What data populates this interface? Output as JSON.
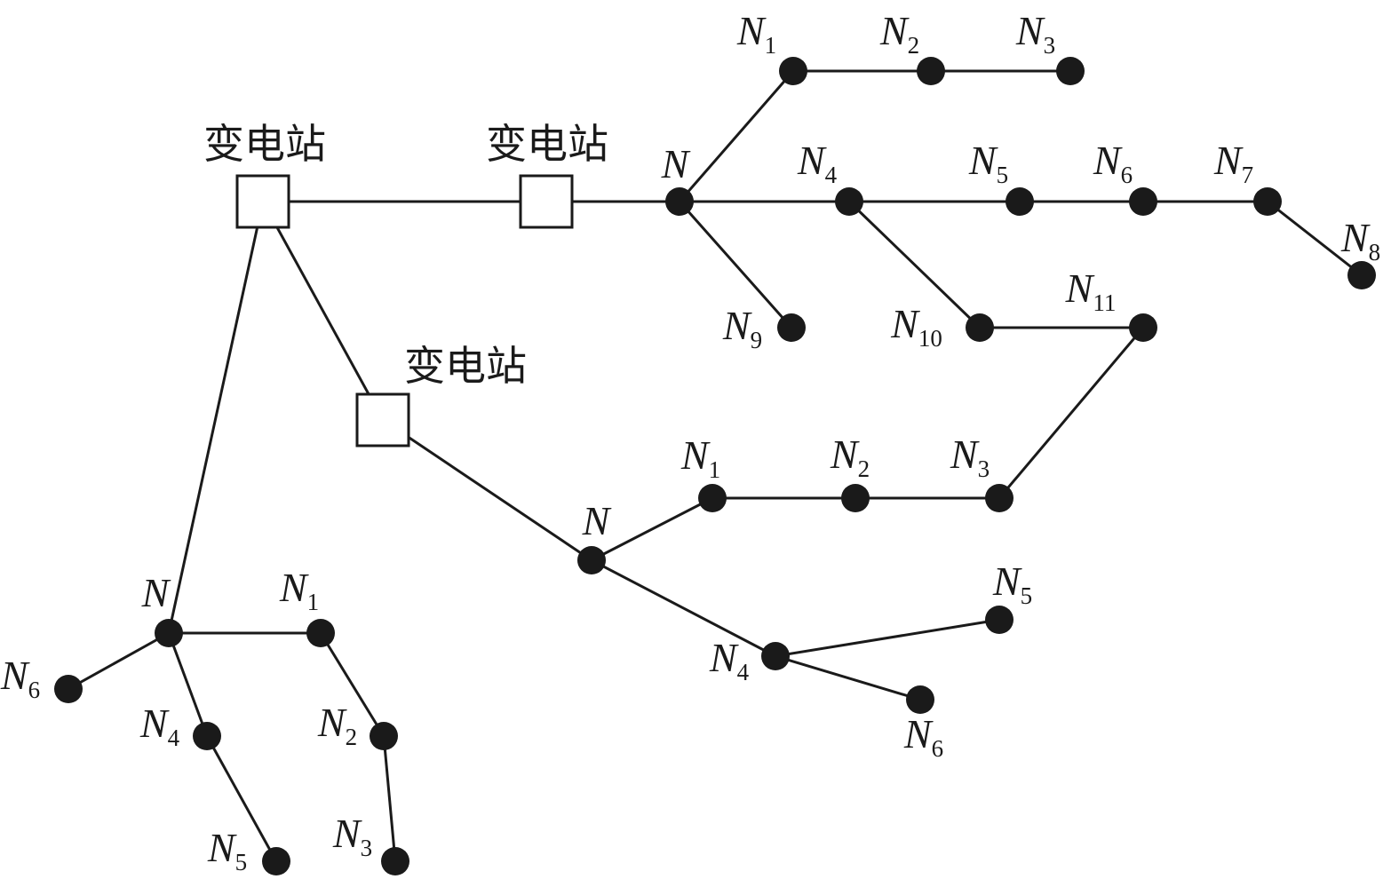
{
  "stations": [
    {
      "id": "S1",
      "label": "变电站"
    },
    {
      "id": "S2",
      "label": "变电站"
    },
    {
      "id": "S3",
      "label": "变电站"
    }
  ],
  "nodes": [
    {
      "id": "A",
      "main": "N",
      "sub": ""
    },
    {
      "id": "A1",
      "main": "N",
      "sub": "1"
    },
    {
      "id": "A2",
      "main": "N",
      "sub": "2"
    },
    {
      "id": "A3",
      "main": "N",
      "sub": "3"
    },
    {
      "id": "A4",
      "main": "N",
      "sub": "4"
    },
    {
      "id": "A5",
      "main": "N",
      "sub": "5"
    },
    {
      "id": "A6",
      "main": "N",
      "sub": "6"
    },
    {
      "id": "A7",
      "main": "N",
      "sub": "7"
    },
    {
      "id": "A8",
      "main": "N",
      "sub": "8"
    },
    {
      "id": "A9",
      "main": "N",
      "sub": "9"
    },
    {
      "id": "A10",
      "main": "N",
      "sub": "10"
    },
    {
      "id": "A11",
      "main": "N",
      "sub": "11"
    },
    {
      "id": "B",
      "main": "N",
      "sub": ""
    },
    {
      "id": "B1",
      "main": "N",
      "sub": "1"
    },
    {
      "id": "B2",
      "main": "N",
      "sub": "2"
    },
    {
      "id": "B3",
      "main": "N",
      "sub": "3"
    },
    {
      "id": "B4",
      "main": "N",
      "sub": "4"
    },
    {
      "id": "B5",
      "main": "N",
      "sub": "5"
    },
    {
      "id": "B6",
      "main": "N",
      "sub": "6"
    },
    {
      "id": "C",
      "main": "N",
      "sub": ""
    },
    {
      "id": "C1",
      "main": "N",
      "sub": "1"
    },
    {
      "id": "C2",
      "main": "N",
      "sub": "2"
    },
    {
      "id": "C3",
      "main": "N",
      "sub": "3"
    },
    {
      "id": "C4",
      "main": "N",
      "sub": "4"
    },
    {
      "id": "C5",
      "main": "N",
      "sub": "5"
    },
    {
      "id": "C6",
      "main": "N",
      "sub": "6"
    }
  ],
  "edges": [
    [
      "S1",
      "S2"
    ],
    [
      "S2",
      "A"
    ],
    [
      "S1",
      "S3"
    ],
    [
      "S1",
      "C"
    ],
    [
      "S3",
      "B"
    ],
    [
      "A",
      "A1"
    ],
    [
      "A1",
      "A2"
    ],
    [
      "A2",
      "A3"
    ],
    [
      "A",
      "A4"
    ],
    [
      "A4",
      "A5"
    ],
    [
      "A5",
      "A6"
    ],
    [
      "A6",
      "A7"
    ],
    [
      "A7",
      "A8"
    ],
    [
      "A",
      "A9"
    ],
    [
      "A4",
      "A10"
    ],
    [
      "A10",
      "A11"
    ],
    [
      "A11",
      "B3"
    ],
    [
      "B",
      "B1"
    ],
    [
      "B1",
      "B2"
    ],
    [
      "B2",
      "B3"
    ],
    [
      "B",
      "B4"
    ],
    [
      "B4",
      "B5"
    ],
    [
      "B4",
      "B6"
    ],
    [
      "C",
      "C1"
    ],
    [
      "C1",
      "C2"
    ],
    [
      "C2",
      "C3"
    ],
    [
      "C",
      "C4"
    ],
    [
      "C4",
      "C5"
    ],
    [
      "C",
      "C6"
    ]
  ]
}
